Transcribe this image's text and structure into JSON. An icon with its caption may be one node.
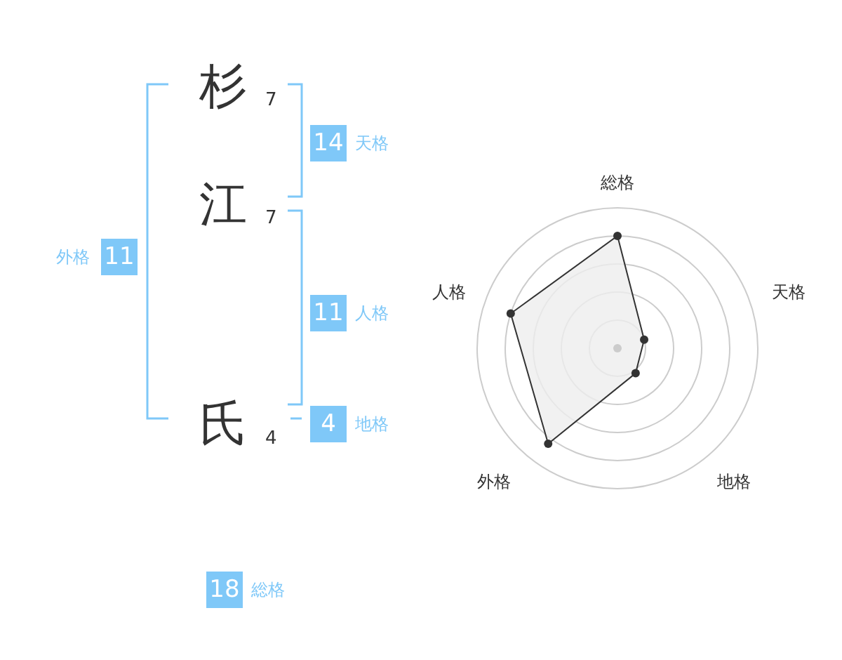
{
  "diagram": {
    "nodes": [
      {
        "text": [
          "杉"
        ],
        "beside": [
          "7"
        ]
      },
      {
        "text": [
          "江"
        ],
        "beside": [
          "7"
        ]
      },
      {
        "text": [
          "氏"
        ],
        "beside": [
          "4"
        ]
      },
      {
        "text": [
          "14"
        ],
        "beside": [
          "天格"
        ]
      },
      {
        "text": [
          "11"
        ],
        "beside": [
          "外格"
        ]
      },
      {
        "text": [
          "11"
        ],
        "beside": [
          "人格"
        ]
      },
      {
        "text": [
          "4"
        ],
        "beside": [
          "地格"
        ]
      },
      {
        "text": [
          "18"
        ],
        "beside": [
          "総格"
        ]
      }
    ],
    "labels": [
      "総格",
      "人格",
      "天格",
      "外格",
      "地格"
    ]
  }
}
